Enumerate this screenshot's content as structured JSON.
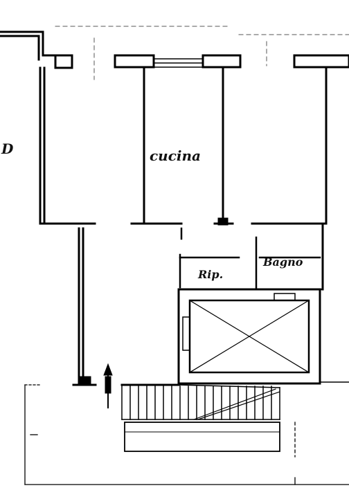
{
  "drawing": {
    "stroke_color": "#000000",
    "paper_color": "#ffffff"
  },
  "rooms": {
    "edge_label": "D",
    "kitchen_label": "cucina",
    "storage_label": "Rip.",
    "bathroom_label": "Bagno"
  }
}
